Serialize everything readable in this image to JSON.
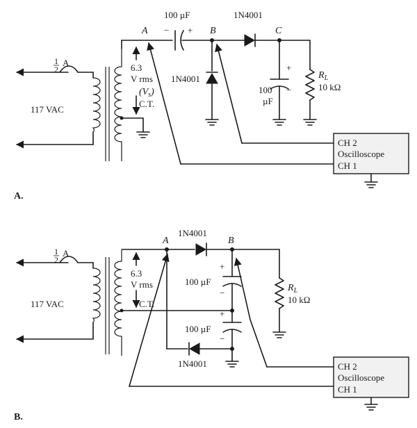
{
  "diagram_a": {
    "panel_label": "A.",
    "fuse": {
      "numerator": "1",
      "denominator": "2",
      "unit": "A"
    },
    "source": "117 VAC",
    "secondary": {
      "voltage": "6.3",
      "unit": "V rms",
      "symbol": "(V",
      "symbol_sub": "s",
      "symbol_close": ")",
      "center_tap": "C.T."
    },
    "capacitor_series": {
      "value": "100 µF",
      "neg": "−",
      "pos": "+"
    },
    "diode_series": "1N4001",
    "diode_shunt": "1N4001",
    "capacitor_filter": {
      "value_top": "100",
      "value_bottom": "µF",
      "pos": "+",
      "neg": "−"
    },
    "load": {
      "symbol": "R",
      "symbol_sub": "L",
      "value": "10 kΩ"
    },
    "nodes": {
      "a": "A",
      "b": "B",
      "c": "C"
    },
    "scope": {
      "ch2": "CH 2",
      "name": "Oscilloscope",
      "ch1": "CH 1"
    }
  },
  "diagram_b": {
    "panel_label": "B.",
    "fuse": {
      "numerator": "1",
      "denominator": "2",
      "unit": "A"
    },
    "source": "117 VAC",
    "secondary": {
      "voltage": "6.3",
      "unit": "V rms",
      "center_tap": "C.T."
    },
    "diode_top": "1N4001",
    "diode_bottom": "1N4001",
    "capacitor_top": {
      "value": "100 µF",
      "pos": "+",
      "neg": "−"
    },
    "capacitor_bottom": {
      "value": "100 µF",
      "pos": "+",
      "neg": "−"
    },
    "load": {
      "symbol": "R",
      "symbol_sub": "L",
      "value": "10 kΩ"
    },
    "nodes": {
      "a": "A",
      "b": "B"
    },
    "scope": {
      "ch2": "CH 2",
      "name": "Oscilloscope",
      "ch1": "CH 1"
    }
  }
}
